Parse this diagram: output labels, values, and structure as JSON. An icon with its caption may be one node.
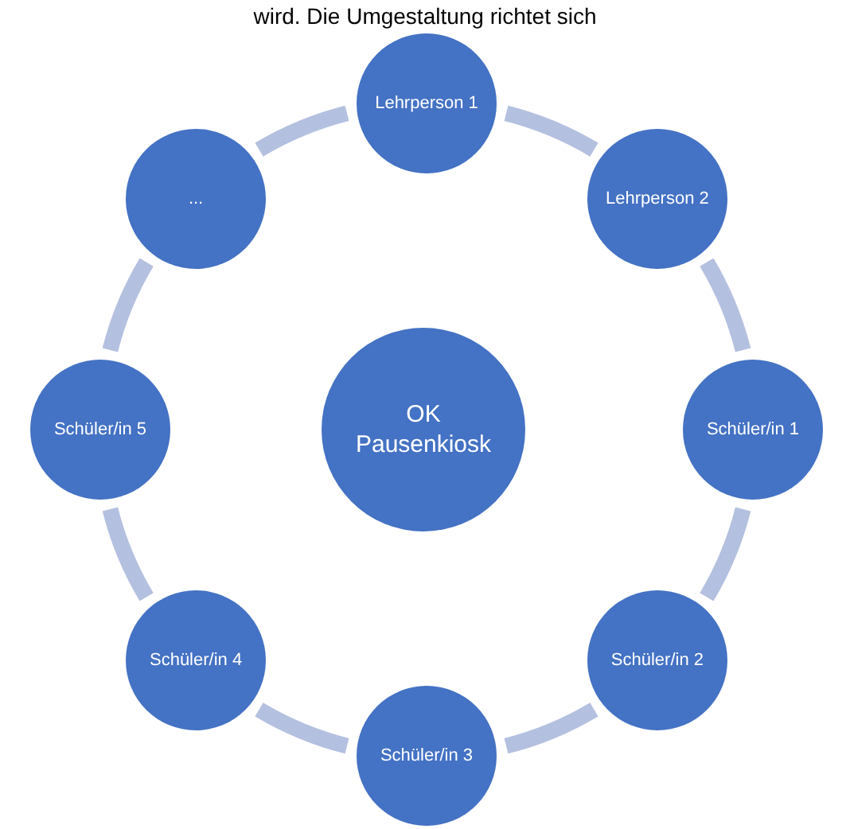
{
  "diagram": {
    "nodes": [
      {
        "text": [
          "Lehrperson 1"
        ]
      },
      {
        "text": [
          "Lehrperson 2"
        ]
      },
      {
        "text": [
          "Schüler/in 1"
        ]
      },
      {
        "text": [
          "Schüler/in 2"
        ]
      },
      {
        "text": [
          "Schüler/in 3"
        ]
      },
      {
        "text": [
          "Schüler/in 4"
        ]
      },
      {
        "text": [
          "Schüler/in 5"
        ]
      },
      {
        "text": [
          "..."
        ]
      },
      {
        "text": [
          "OK Pausenkiosk"
        ]
      }
    ],
    "edges": [
      {
        "from": 0,
        "to": 1,
        "arrow": "none"
      },
      {
        "from": 1,
        "to": 2,
        "arrow": "none"
      },
      {
        "from": 2,
        "to": 3,
        "arrow": "none"
      },
      {
        "from": 3,
        "to": 4,
        "arrow": "none"
      },
      {
        "from": 4,
        "to": 5,
        "arrow": "none"
      },
      {
        "from": 5,
        "to": 6,
        "arrow": "none"
      },
      {
        "from": 6,
        "to": 7,
        "arrow": "none"
      },
      {
        "from": 7,
        "to": 0,
        "arrow": "none"
      }
    ],
    "labels": [
      "wird. Die Umgestaltung richtet sich"
    ]
  }
}
